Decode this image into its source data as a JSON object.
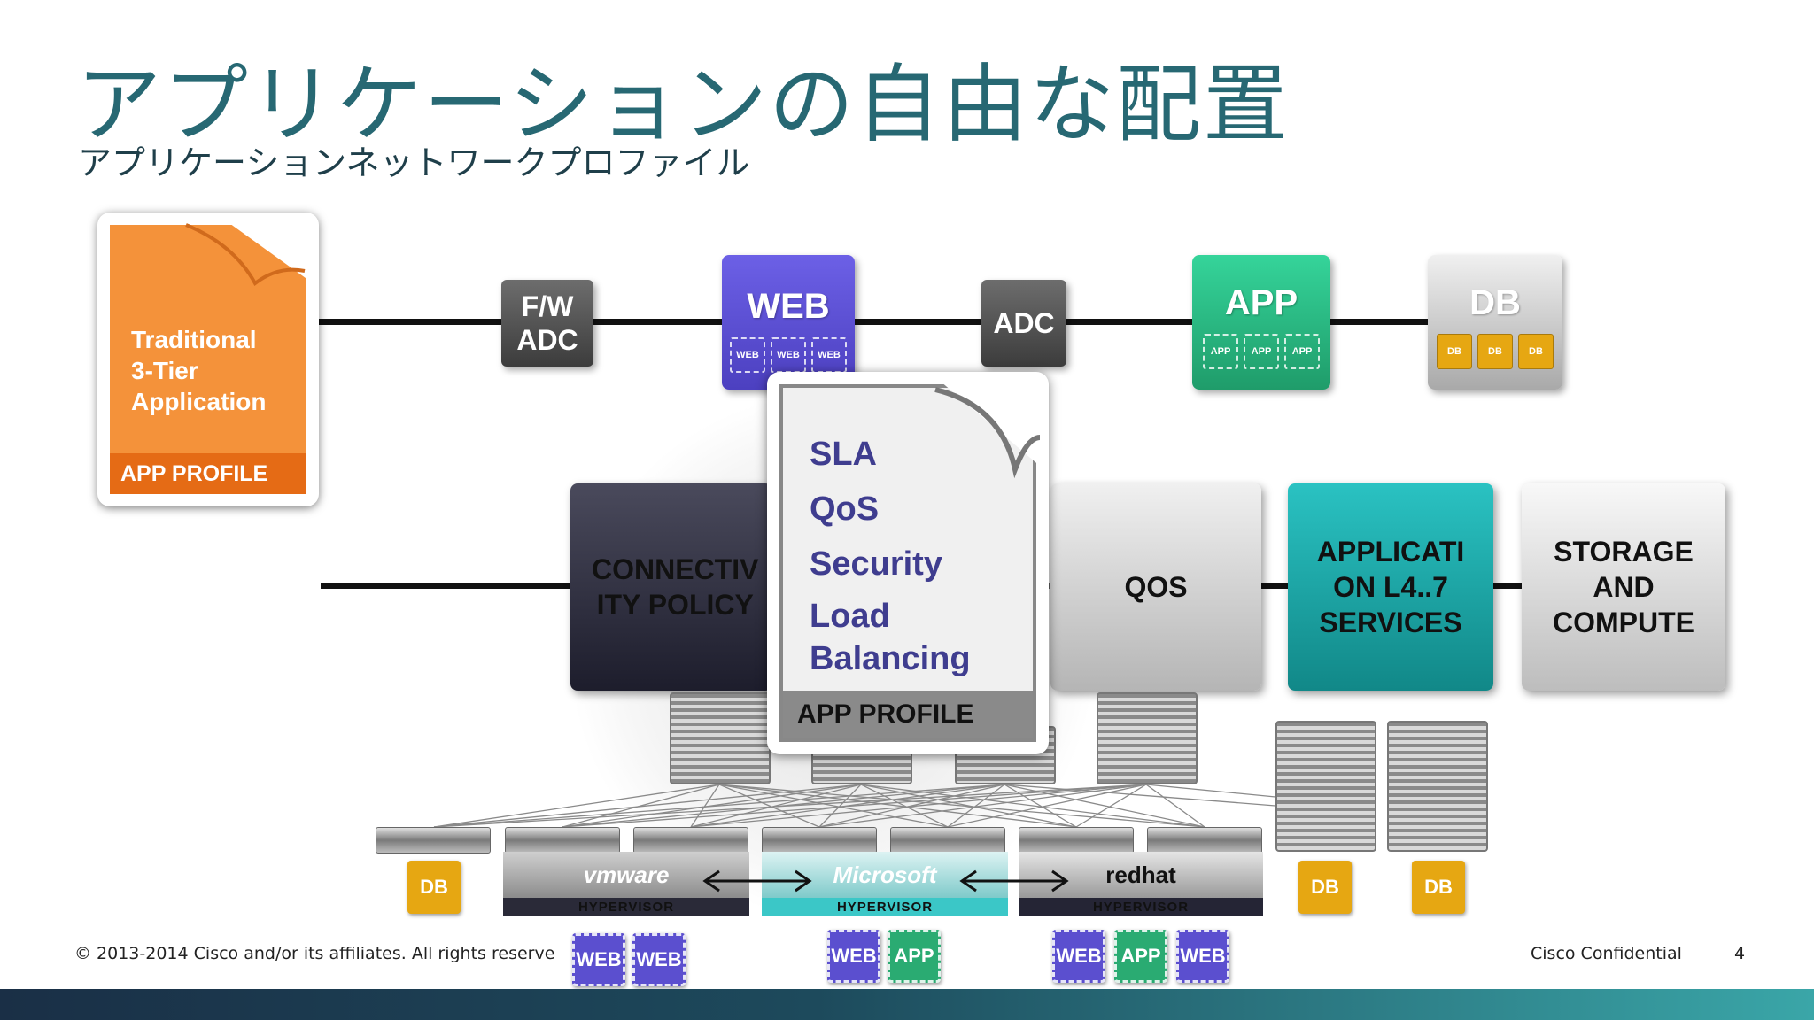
{
  "slide": {
    "title": "アプリケーションの自由な配置",
    "subtitle": "アプリケーションネットワークプロファイル"
  },
  "app_profile_doc": {
    "line1": "Traditional",
    "line2": "3-Tier",
    "line3": "Application",
    "footer": "APP PROFILE"
  },
  "tiers": {
    "fw": {
      "line1": "F/W",
      "line2": "ADC"
    },
    "web": {
      "label": "WEB",
      "subs": [
        "WEB",
        "WEB",
        "WEB"
      ]
    },
    "adc": {
      "label": "ADC"
    },
    "app": {
      "label": "APP",
      "subs": [
        "APP",
        "APP",
        "APP"
      ]
    },
    "db": {
      "label": "DB",
      "subs": [
        "DB",
        "DB",
        "DB"
      ]
    }
  },
  "policies": {
    "connectivity": {
      "line1": "CONNECTIV",
      "line2": "ITY POLICY"
    },
    "qos": "QOS",
    "l47": {
      "line1": "APPLICATI",
      "line2": "ON L4..7",
      "line3": "SERVICES"
    },
    "storage": {
      "line1": "STORAGE",
      "line2": "AND",
      "line3": "COMPUTE"
    }
  },
  "profile_card": {
    "items": [
      "SLA",
      "QoS",
      "Security",
      "Load",
      "Balancing"
    ],
    "footer": "APP PROFILE"
  },
  "hypervisors": {
    "vmware": {
      "brand": "vmware",
      "label": "HYPERVISOR"
    },
    "microsoft": {
      "brand": "Microsoft",
      "label": "HYPERVISOR"
    },
    "redhat": {
      "brand": "redhat",
      "label": "HYPERVISOR"
    }
  },
  "workloads": {
    "db_left": "DB",
    "db_right1": "DB",
    "db_right2": "DB",
    "vmware": [
      "WEB",
      "WEB"
    ],
    "microsoft": [
      "WEB",
      "APP"
    ],
    "redhat": [
      "WEB",
      "APP",
      "WEB"
    ]
  },
  "footer": {
    "copyright": "© 2013-2014  Cisco and/or its affiliates. All rights reserve",
    "confidential": "Cisco Confidential",
    "page": "4"
  },
  "colors": {
    "title": "#276873",
    "web_purple": "#5b4fcf",
    "app_green": "#2aab72",
    "db_gold": "#e6a712",
    "orange": "#f4923a",
    "teal": "#1aa6a6"
  }
}
